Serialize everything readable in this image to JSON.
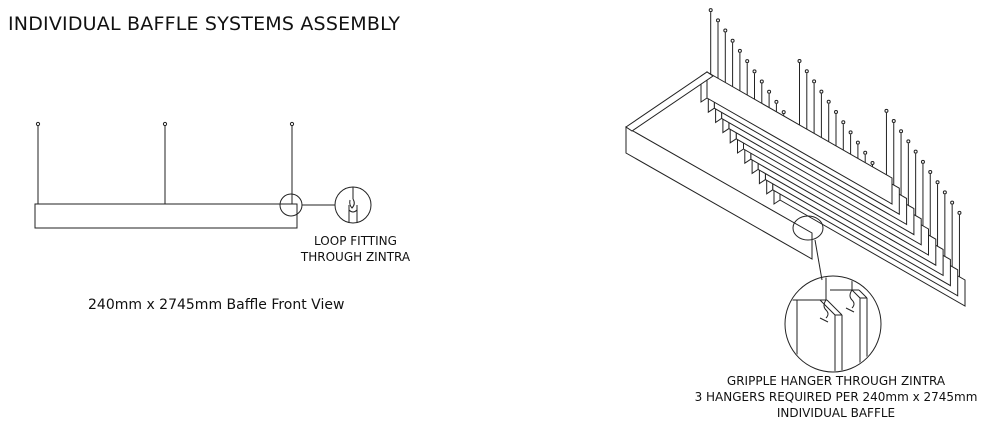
{
  "title": "INDIVIDUAL BAFFLE SYSTEMS ASSEMBLY",
  "front_view": {
    "caption": "240mm x 2745mm Baffle Front View",
    "detail_label_line1": "LOOP FITTING",
    "detail_label_line2": "THROUGH ZINTRA"
  },
  "iso_view": {
    "label_line1": "GRIPPLE HANGER THROUGH ZINTRA",
    "label_line2": "3 HANGERS REQUIRED PER 240mm x 2745mm",
    "label_line3": "INDIVIDUAL BAFFLE"
  }
}
